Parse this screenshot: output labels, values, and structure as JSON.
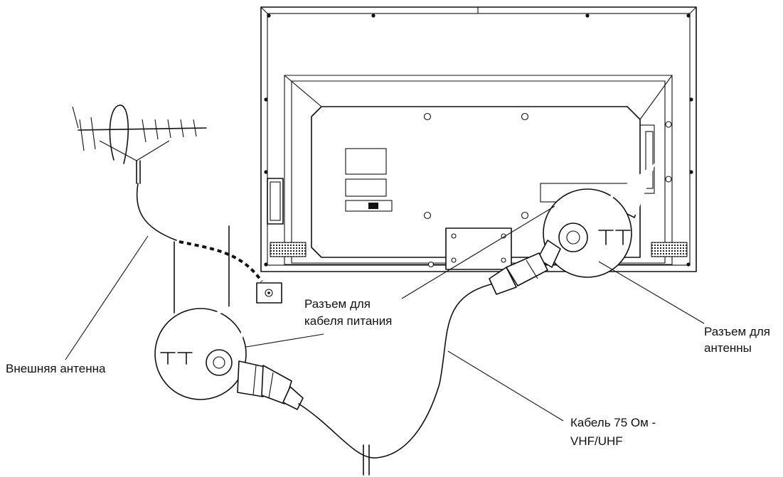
{
  "labels": {
    "power_connector_line1": "Разъем для",
    "power_connector_line2": "кабеля питания",
    "antenna_connector_line1": "Разъем для",
    "antenna_connector_line2": "антенны",
    "outdoor_antenna": "Внешняя антенна",
    "cable_line1": "Кабель 75 Ом -",
    "cable_line2": "VHF/UHF"
  }
}
